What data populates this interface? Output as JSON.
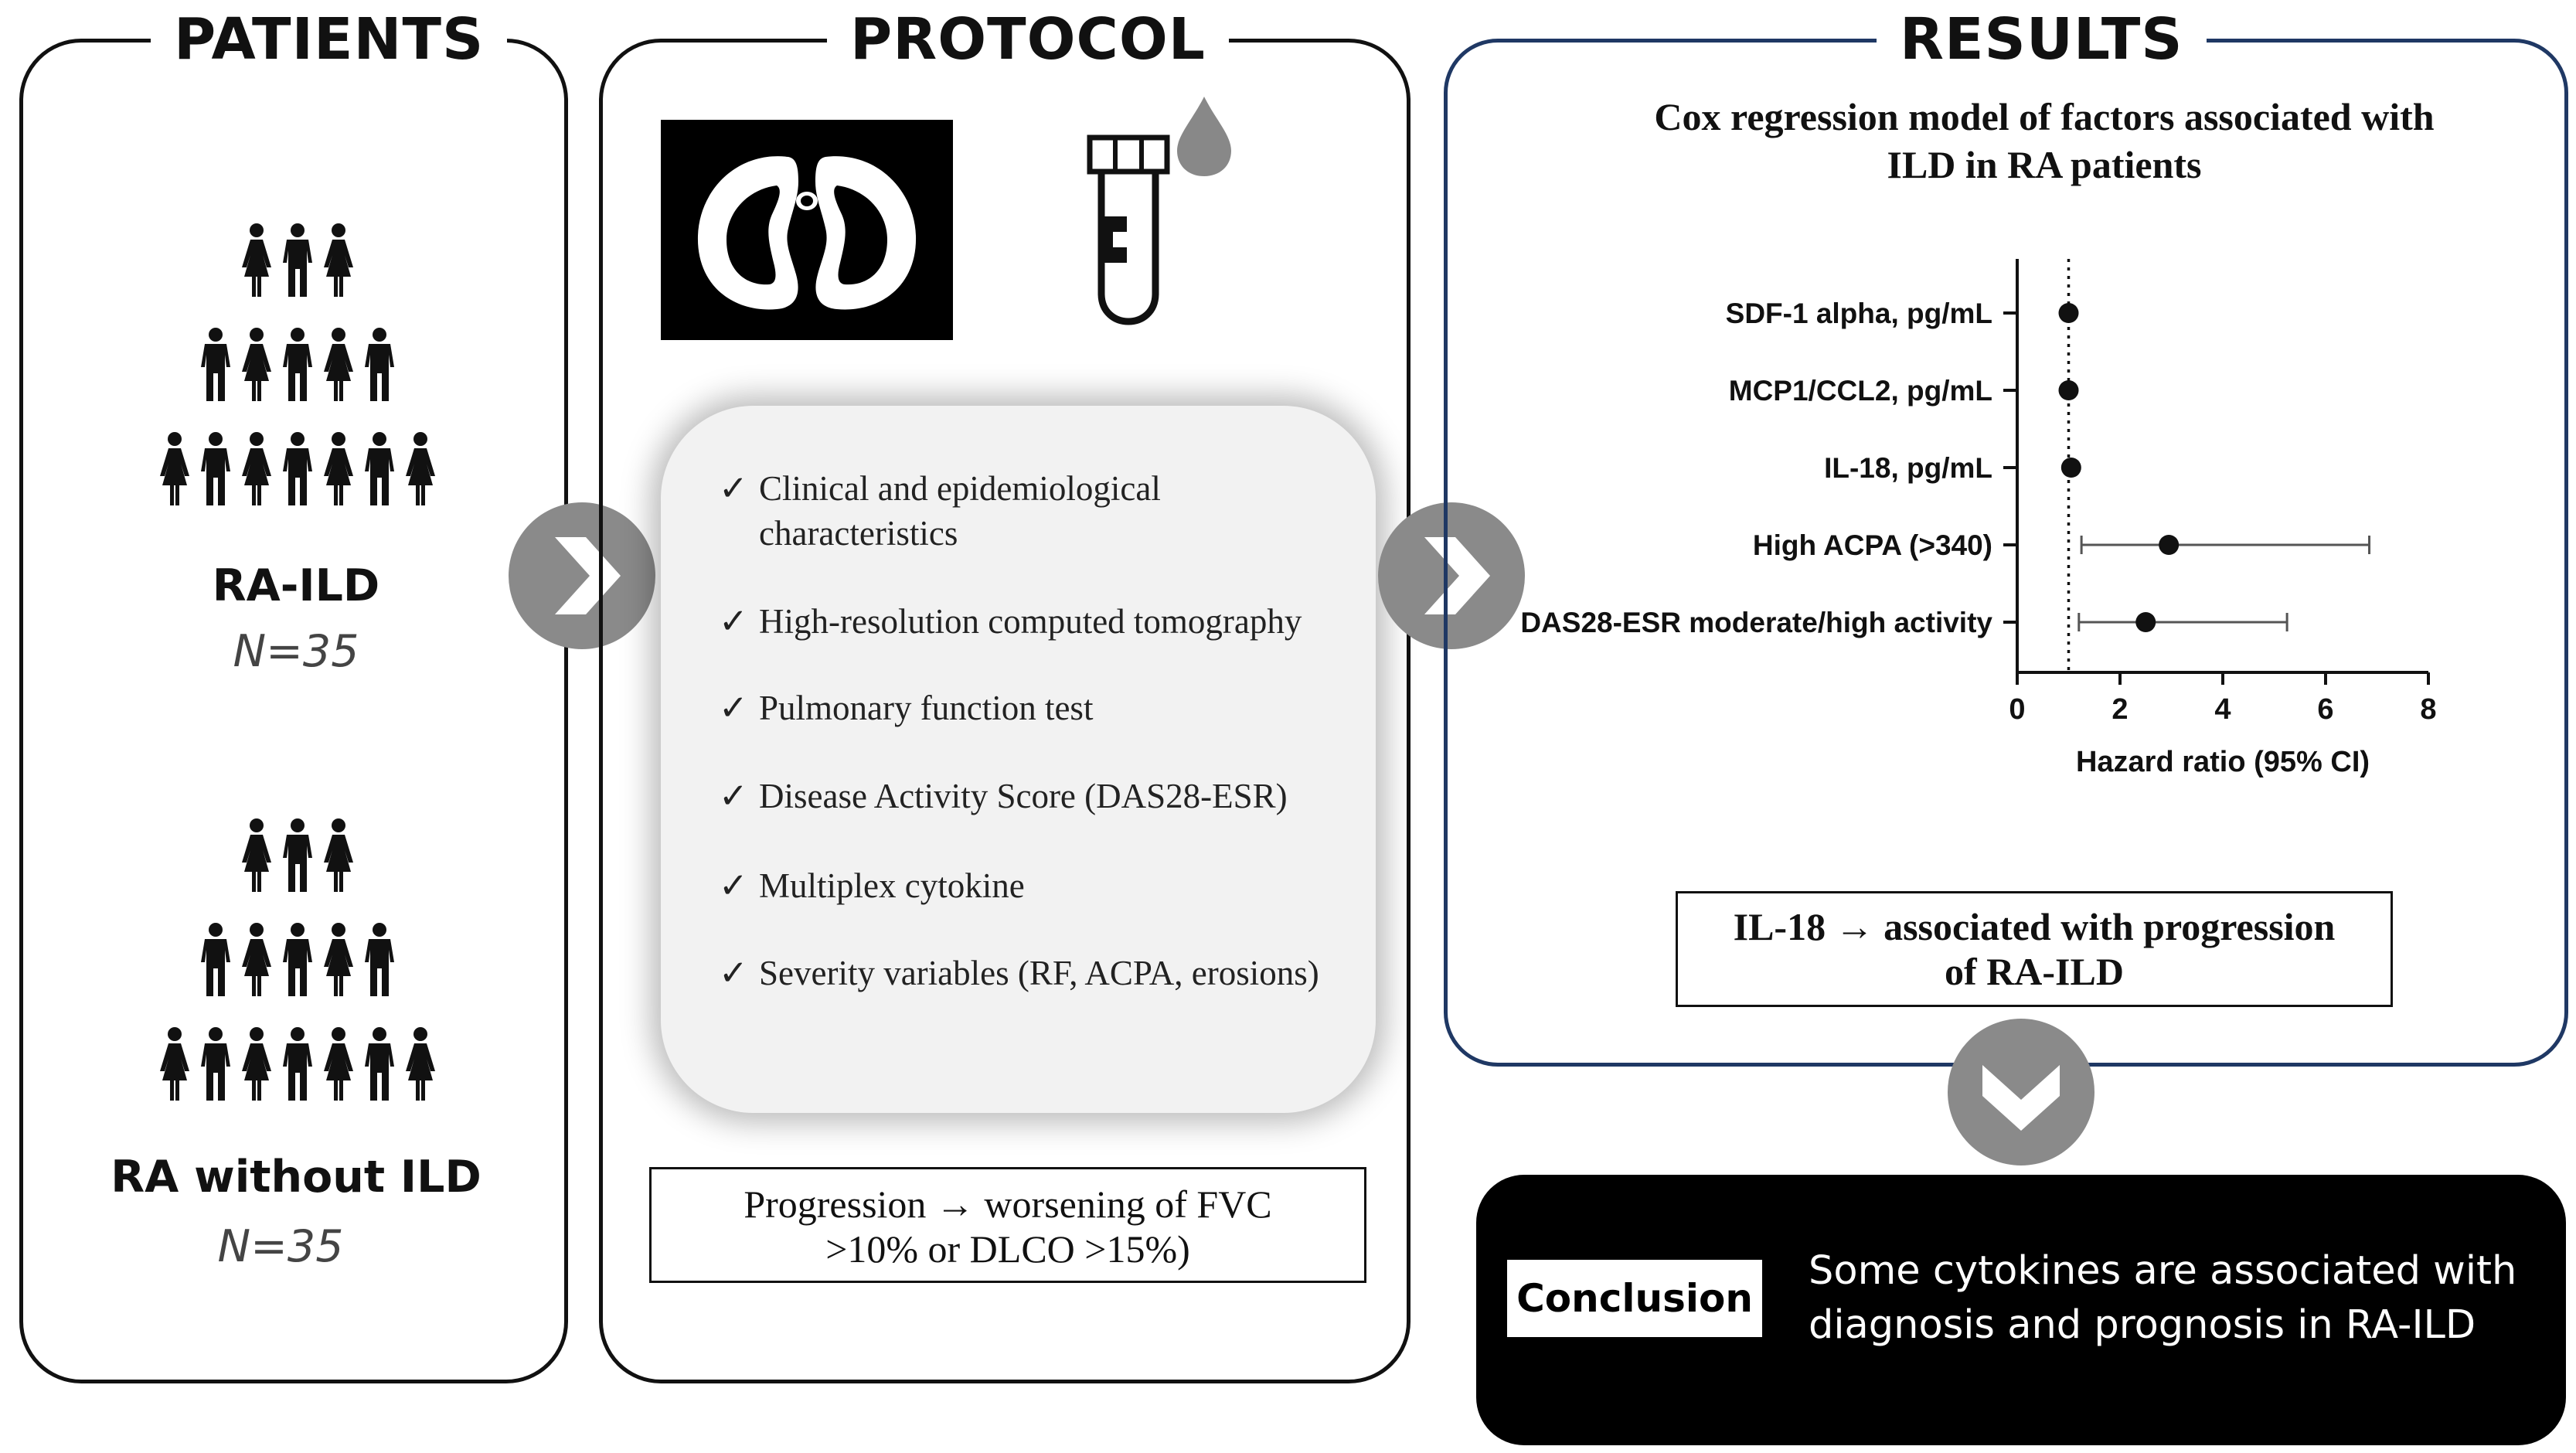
{
  "patients": {
    "title": "PATIENTS",
    "group1": {
      "label": "RA-ILD",
      "n": "N=35"
    },
    "group2": {
      "label": "RA without ILD",
      "n": "N=35"
    }
  },
  "protocol": {
    "title": "PROTOCOL",
    "items": [
      "Clinical and epidemiological characteristics",
      "High-resolution computed tomography",
      "Pulmonary function test",
      "Disease Activity Score  (DAS28-ESR)",
      "Multiplex cytokine",
      "Severity variables (RF, ACPA, erosions)"
    ],
    "check_symbol": "✓",
    "progression_line1": "Progression → worsening of FVC",
    "progression_line2": ">10% or DLCO >15%)"
  },
  "results": {
    "title": "RESULTS",
    "chart_title_line1": "Cox regression model of factors associated with",
    "chart_title_line2": "ILD in RA patients",
    "finding_line1": "IL-18 → associated with progression",
    "finding_line2": "of RA-ILD"
  },
  "chart_data": {
    "type": "forest",
    "xlabel": "Hazard ratio (95% CI)",
    "xlim": [
      0,
      8
    ],
    "xticks": [
      0,
      2,
      4,
      6,
      8
    ],
    "reference_line": 1,
    "rows": [
      {
        "label": "SDF-1 alpha, pg/mL",
        "hr": 1.0,
        "ci": [
          1.0,
          1.0
        ]
      },
      {
        "label": "MCP1/CCL2, pg/mL",
        "hr": 1.0,
        "ci": [
          1.0,
          1.0
        ]
      },
      {
        "label": "IL-18, pg/mL",
        "hr": 1.05,
        "ci": [
          1.0,
          1.1
        ]
      },
      {
        "label": "High ACPA (>340)",
        "hr": 2.95,
        "ci": [
          1.25,
          6.85
        ]
      },
      {
        "label": "DAS28-ESR moderate/high activity",
        "hr": 2.5,
        "ci": [
          1.2,
          5.25
        ]
      }
    ]
  },
  "conclusion": {
    "label": "Conclusion",
    "line1": "Some cytokines are associated with",
    "line2": "diagnosis and prognosis in RA-ILD"
  },
  "colors": {
    "panel_border": "#111111",
    "results_border": "#1f3864",
    "arrow_circle": "#8a8a8a",
    "drop": "#888888",
    "checklist_bg": "#f2f2f2",
    "conclusion_bg": "#000000"
  },
  "icons": {
    "people": "people-group-icon",
    "lungs": "lungs-ct-icon",
    "tube": "test-tube-icon",
    "drop": "blood-drop-icon",
    "chevron_right": "chevron-right-icon",
    "chevron_down": "chevron-down-icon"
  }
}
